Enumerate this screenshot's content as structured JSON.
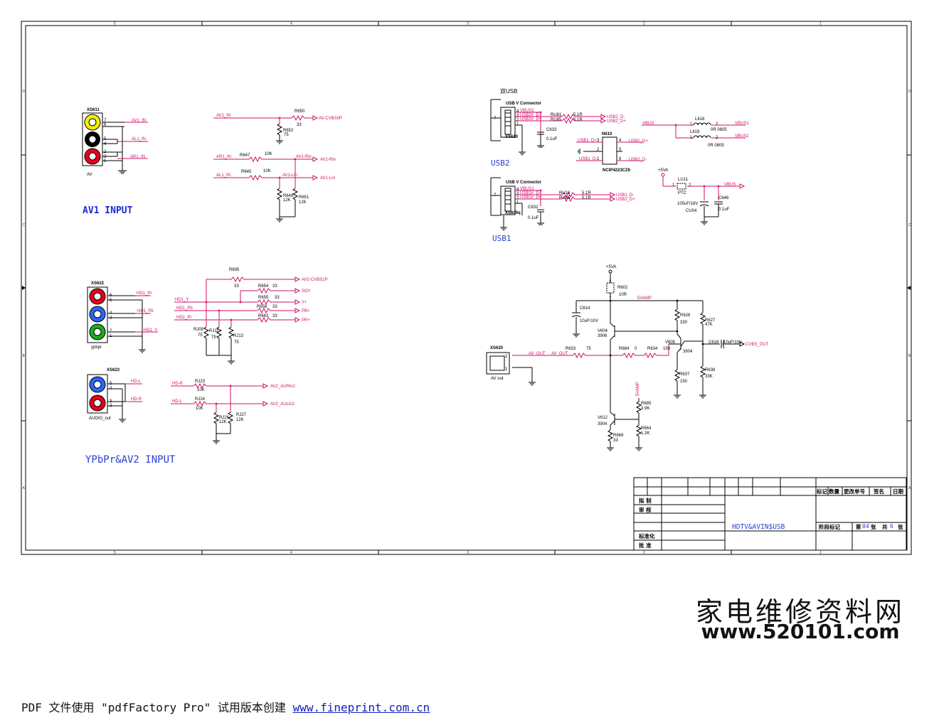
{
  "colors": {
    "wire": "#d0106a",
    "line": "#000000",
    "title_blue": "#1a2bd8",
    "text_blue": "#2a3fd0",
    "jack_yellow": "#f3f000",
    "jack_red": "#e8001c",
    "jack_black": "#000000",
    "jack_blue": "#2a66ff",
    "jack_green": "#16b01a"
  },
  "border": {
    "top_ticks": [
      "5",
      "4",
      "3",
      "2",
      "1"
    ],
    "side_ticks": [
      "D",
      "C",
      "B",
      "A"
    ]
  },
  "sections": {
    "av1_title": "AV1 INPUT",
    "av2_title": "YPbPr&AV2 INPUT",
    "usb2_label": "USB2",
    "usb1_label": "USB1",
    "dual_usb": "双USB"
  },
  "av1": {
    "ref": "XS611",
    "name": "AV",
    "pins": [
      "7",
      "6",
      "5",
      "4",
      "2",
      "3",
      "1"
    ],
    "nets": [
      "AV1_IN",
      "AL1_IN",
      "AR1_IN"
    ],
    "r650": {
      "ref": "R650",
      "val": "33"
    },
    "r652": {
      "ref": "R652",
      "val": "75"
    },
    "r647": {
      "ref": "R647",
      "val": "10K"
    },
    "r645": {
      "ref": "R645",
      "val": "10K"
    },
    "r649": {
      "ref": "R649",
      "val": "12K"
    },
    "r651": {
      "ref": "R651",
      "val": "12K"
    },
    "in_av": "AV1_IN",
    "in_ar": "AR1_IN",
    "in_al": "AL1_IN",
    "out_cvbs": "AV-CVBS0P",
    "out_rin": "AV1-Rin",
    "out_lin": "AV1-Lin"
  },
  "ypbpr": {
    "ref": "XS622",
    "name": "ypbpr",
    "pins": [
      "6",
      "5",
      "4",
      "3",
      "2",
      "1"
    ],
    "nets": [
      "HD1_Pr",
      "HD1_Pb",
      "HD1_Y"
    ],
    "in_y": "HD1_Y",
    "in_pb": "HD1_Pb",
    "in_pr": "HD1_Pr",
    "r695": {
      "ref": "R695",
      "val": "33"
    },
    "r654": {
      "ref": "R654",
      "val": "33"
    },
    "r655": {
      "ref": "R655",
      "val": "33"
    },
    "r658": {
      "ref": "R658",
      "val": "33"
    },
    "r663": {
      "ref": "R663",
      "val": "33"
    },
    "rj09": {
      "ref": "RJ09",
      "val": "75"
    },
    "rj11": {
      "ref": "RJ11",
      "val": "75"
    },
    "rj13": {
      "ref": "RJ13",
      "val": "75"
    },
    "out_cvbs": "AV2-CVBS1P",
    "out_sdy": "SOY",
    "out_y": "Y+",
    "out_pb": "PB+",
    "out_pr": "PR+"
  },
  "audio": {
    "ref": "XS623",
    "name": "AUDIO_out",
    "pins": [
      "5",
      "4",
      "3",
      "2"
    ],
    "nets": [
      "HD-L",
      "HD-R"
    ],
    "in_r": "HD-R",
    "in_l": "HD-L",
    "rj23": {
      "ref": "RJ23",
      "val": "10K"
    },
    "rj24": {
      "ref": "RJ24",
      "val": "10K"
    },
    "rj26": {
      "ref": "RJ26",
      "val": "12K"
    },
    "rj27": {
      "ref": "RJ27",
      "val": "12K"
    },
    "out_r": "AV2_AURin2",
    "out_l": "AV2_AULin2"
  },
  "usb2": {
    "conn_title": "USB V Connector",
    "ref": "XS610",
    "pins": [
      "4",
      "3",
      "2",
      "1"
    ],
    "pin7": "7",
    "nets": [
      "VBUS2",
      "USB2#_D-",
      "USB2#_D+"
    ],
    "ru81": "RU81",
    "ru85": "RU85",
    "r51a": "5.1R",
    "r51b": "5.1R",
    "out_dm": "USB2_D-",
    "out_dp": "USB2_D+",
    "cap": "C633",
    "cap_val": "0.1uF"
  },
  "usb1": {
    "conn_title": "USB V Connector",
    "ref": "XS609q",
    "pins": [
      "4",
      "3",
      "2",
      "1"
    ],
    "pin7": "7",
    "nets": [
      "VBUS1",
      "USB1#_D-",
      "USB1#_D+"
    ],
    "ru16": "RU16",
    "ru85": "RU85",
    "r51a": "5.1R",
    "r51b": "5.1R",
    "out_dm": "USB1_D-",
    "out_dp": "USB1_D+",
    "cap": "C632",
    "cap_val": "0.1uF"
  },
  "esd": {
    "ref": "N610",
    "part": "NCIP4223CZ6",
    "left": [
      "USB1_D+",
      "USB1_D-"
    ],
    "right": [
      "USB2_D+",
      "USB2_D-"
    ],
    "pins": [
      "3",
      "2",
      "1",
      "4",
      "5",
      "6"
    ]
  },
  "vbus": {
    "vbus": "VBUS",
    "l618": "L618",
    "l619": "L619",
    "bead": "0R 0805",
    "bead2": "0R 0805",
    "out1": "VBUS1",
    "out2": "VBUS2",
    "p5va": "+5VA",
    "lu11": "LU11",
    "ptc": "PTC",
    "vbus_out": "VBUS",
    "cu04": "CU04",
    "cu04_val": "100uF/16V",
    "c646": "C646",
    "c646_val": "0.1uF",
    "pin1": "1",
    "pin2": "2"
  },
  "amp": {
    "vcc": "+5VA",
    "r602": "R602",
    "r602_val": "10R",
    "net5vamp": "5VAMP",
    "c614": "C614",
    "c614_val": "10uF/10V",
    "r626": "R626",
    "r626_val": "330",
    "r627": "R627",
    "r627_val": "47K",
    "v604": "V604",
    "v604_val": "3906",
    "v605": "V605",
    "v605_val": "3904",
    "c618": "C618",
    "c618_val": "10uF/10V",
    "out": "CVBS_OUT",
    "xs620": "XS620",
    "xs620_name": "AV out",
    "av_out_a": "AV_OUT",
    "av_out_b": "AV_OUT",
    "r633": "R633",
    "r633_val": "75",
    "r684": "R684",
    "r684_val": "0",
    "r634": "R634",
    "r634_val": "150",
    "r637": "R637",
    "r637_val": "150",
    "r638": "R638",
    "r638_val": "33K",
    "v612": "V612",
    "v612_val": "3904",
    "r685": "R685",
    "r685_val": "3.9K",
    "r664": "R664",
    "r664_val": "1.2K",
    "r669": "R669",
    "r669_val": "33",
    "net5vamp2": "5VAMP",
    "p1": "1",
    "p2": "2"
  },
  "titleblock": {
    "cols": [
      "标记",
      "数量",
      "更改单号",
      "签名",
      "日期"
    ],
    "rows": [
      "拟 制",
      "审 核",
      "标准化",
      "批 准"
    ],
    "title": "HDTV&AVIN$USB",
    "stage": "阶段标记",
    "sheet_pre": "第",
    "sheet_no": "04",
    "sheet_mid": "张",
    "total_pre": "共",
    "total_no": "6",
    "total_suf": "张"
  },
  "watermark": {
    "cn": "家电维修资料网",
    "url": "www.520101.com"
  },
  "footer": {
    "text": "PDF 文件使用 \"pdfFactory Pro\" 试用版本创建 ",
    "link": "www.fineprint.com.cn"
  }
}
